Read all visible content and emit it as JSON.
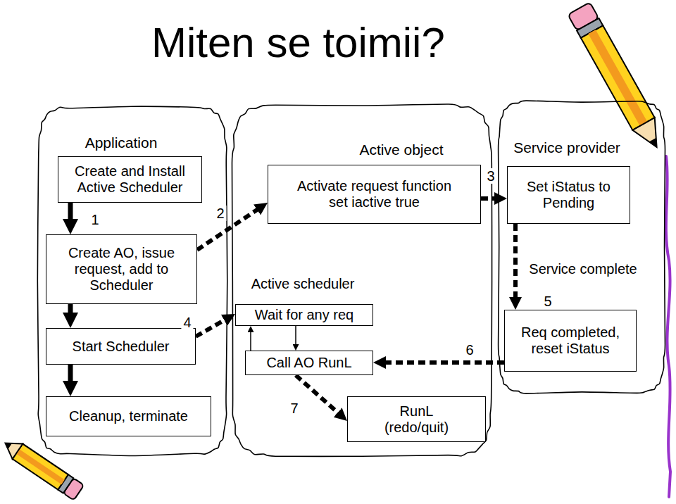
{
  "diagram": {
    "title": "Miten se toimii?",
    "nodes": [
      {
        "text": [
          "Application"
        ]
      },
      {
        "text": [
          "Create and Install Active Scheduler"
        ],
        "in": 0
      },
      {
        "text": [
          "Create AO, issue request, add to Scheduler"
        ],
        "in": 0
      },
      {
        "text": [
          "Start Scheduler"
        ],
        "in": 0
      },
      {
        "text": [
          "Cleanup, terminate"
        ],
        "in": 0
      },
      {
        "text": [
          "Active object"
        ]
      },
      {
        "text": [
          "Activate request function set iactive true"
        ],
        "in": 5
      },
      {
        "text": [
          "Wait for any req"
        ],
        "in": 5
      },
      {
        "text": [
          "Call AO RunL"
        ],
        "in": 5
      },
      {
        "text": [
          "RunL (redo/quit)"
        ],
        "in": 5
      },
      {
        "text": [
          "Service provider"
        ]
      },
      {
        "text": [
          "Set iStatus to Pending"
        ],
        "in": 10
      },
      {
        "text": [
          "Req completed, reset iStatus"
        ],
        "in": 10
      }
    ],
    "edges": [
      {
        "from": 1,
        "to": 2,
        "arrow": "to",
        "label": "1"
      },
      {
        "from": 2,
        "to": 3,
        "arrow": "to"
      },
      {
        "from": 3,
        "to": 4,
        "arrow": "to"
      },
      {
        "from": 2,
        "to": 6,
        "arrow": "to",
        "label": "2"
      },
      {
        "from": 6,
        "to": 11,
        "arrow": "to",
        "label": "3"
      },
      {
        "from": 3,
        "to": 7,
        "arrow": "to",
        "label": "4"
      },
      {
        "from": 7,
        "to": 8,
        "arrow": "to"
      },
      {
        "from": 8,
        "to": 7,
        "arrow": "to"
      },
      {
        "from": 11,
        "to": 12,
        "arrow": "to",
        "label": "5"
      },
      {
        "from": 12,
        "to": 8,
        "arrow": "to",
        "label": "6"
      },
      {
        "from": 8,
        "to": 9,
        "arrow": "to",
        "label": "7"
      }
    ],
    "labels": [
      "Active scheduler",
      "Service complete"
    ]
  }
}
